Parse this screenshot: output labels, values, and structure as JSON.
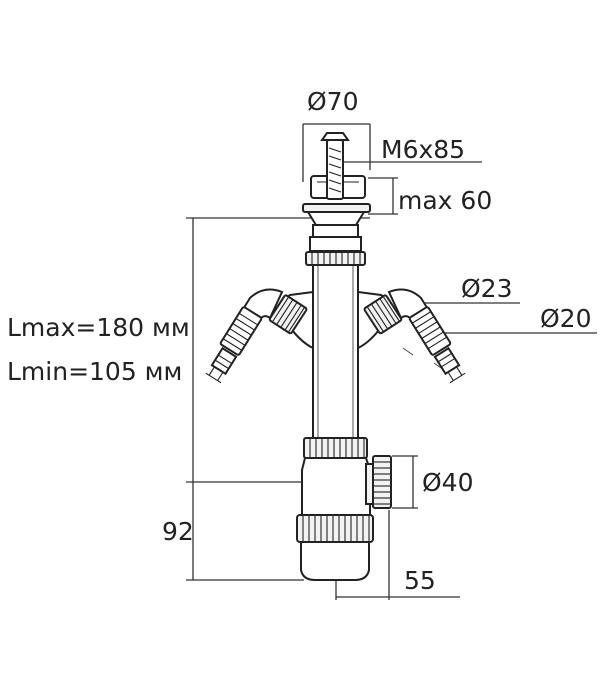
{
  "labels": {
    "d70": "Ø70",
    "m6x85": "M6x85",
    "max60": "max 60",
    "d23": "Ø23",
    "d20": "Ø20",
    "lmax": "Lmax=180 мм",
    "lmin": "Lmin=105 мм",
    "d40": "Ø40",
    "h92": "92",
    "w55": "55"
  }
}
